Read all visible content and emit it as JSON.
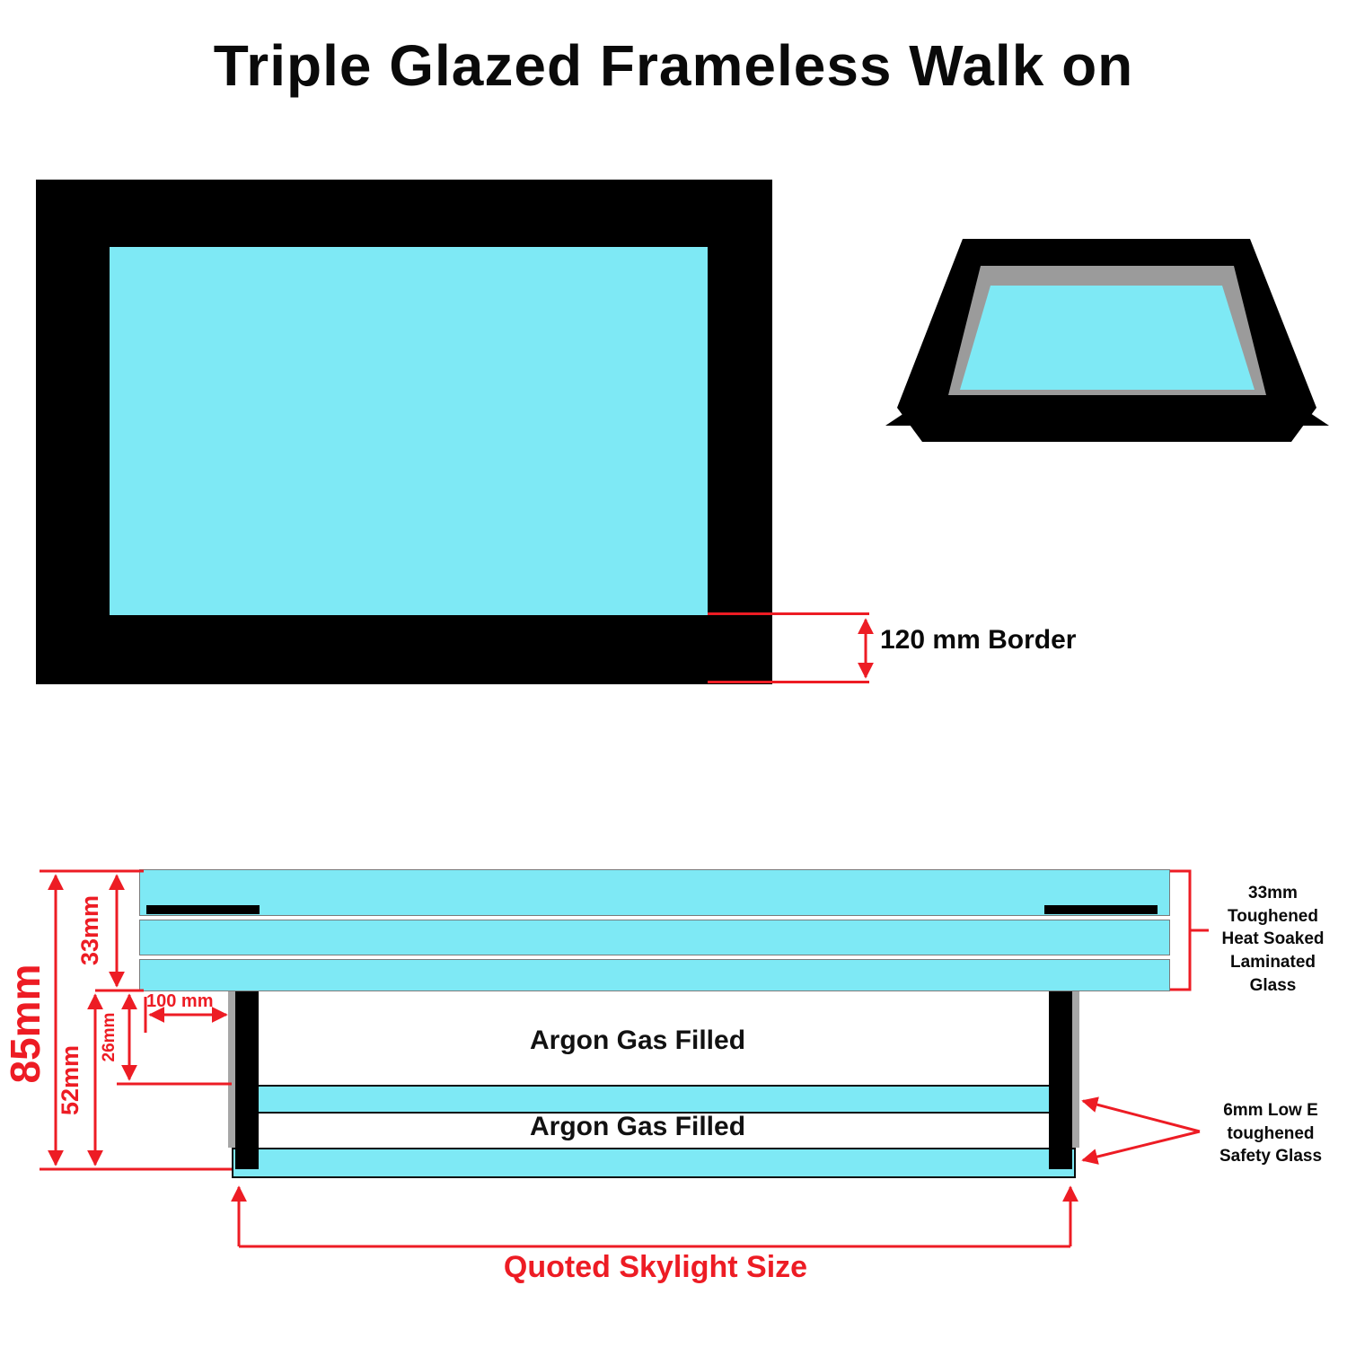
{
  "title": "Triple Glazed Frameless Walk on",
  "colors": {
    "glass": "#7ee9f5",
    "frame": "#000000",
    "dim": "#ed1c24"
  },
  "plan_view": {
    "border_label": "120 mm Border"
  },
  "cross_section": {
    "dim_total": "85mm",
    "dim_top_glass": "33mm",
    "dim_lower": "52mm",
    "dim_gap": "26mm",
    "dim_inset": "100 mm",
    "argon_top": "Argon Gas Filled",
    "argon_bottom": "Argon Gas Filled",
    "label_top_glass": "33mm\nToughened\nHeat Soaked\nLaminated Glass",
    "label_lower_glass": "6mm Low E\ntoughened\nSafety Glass",
    "label_quoted": "Quoted Skylight Size"
  }
}
